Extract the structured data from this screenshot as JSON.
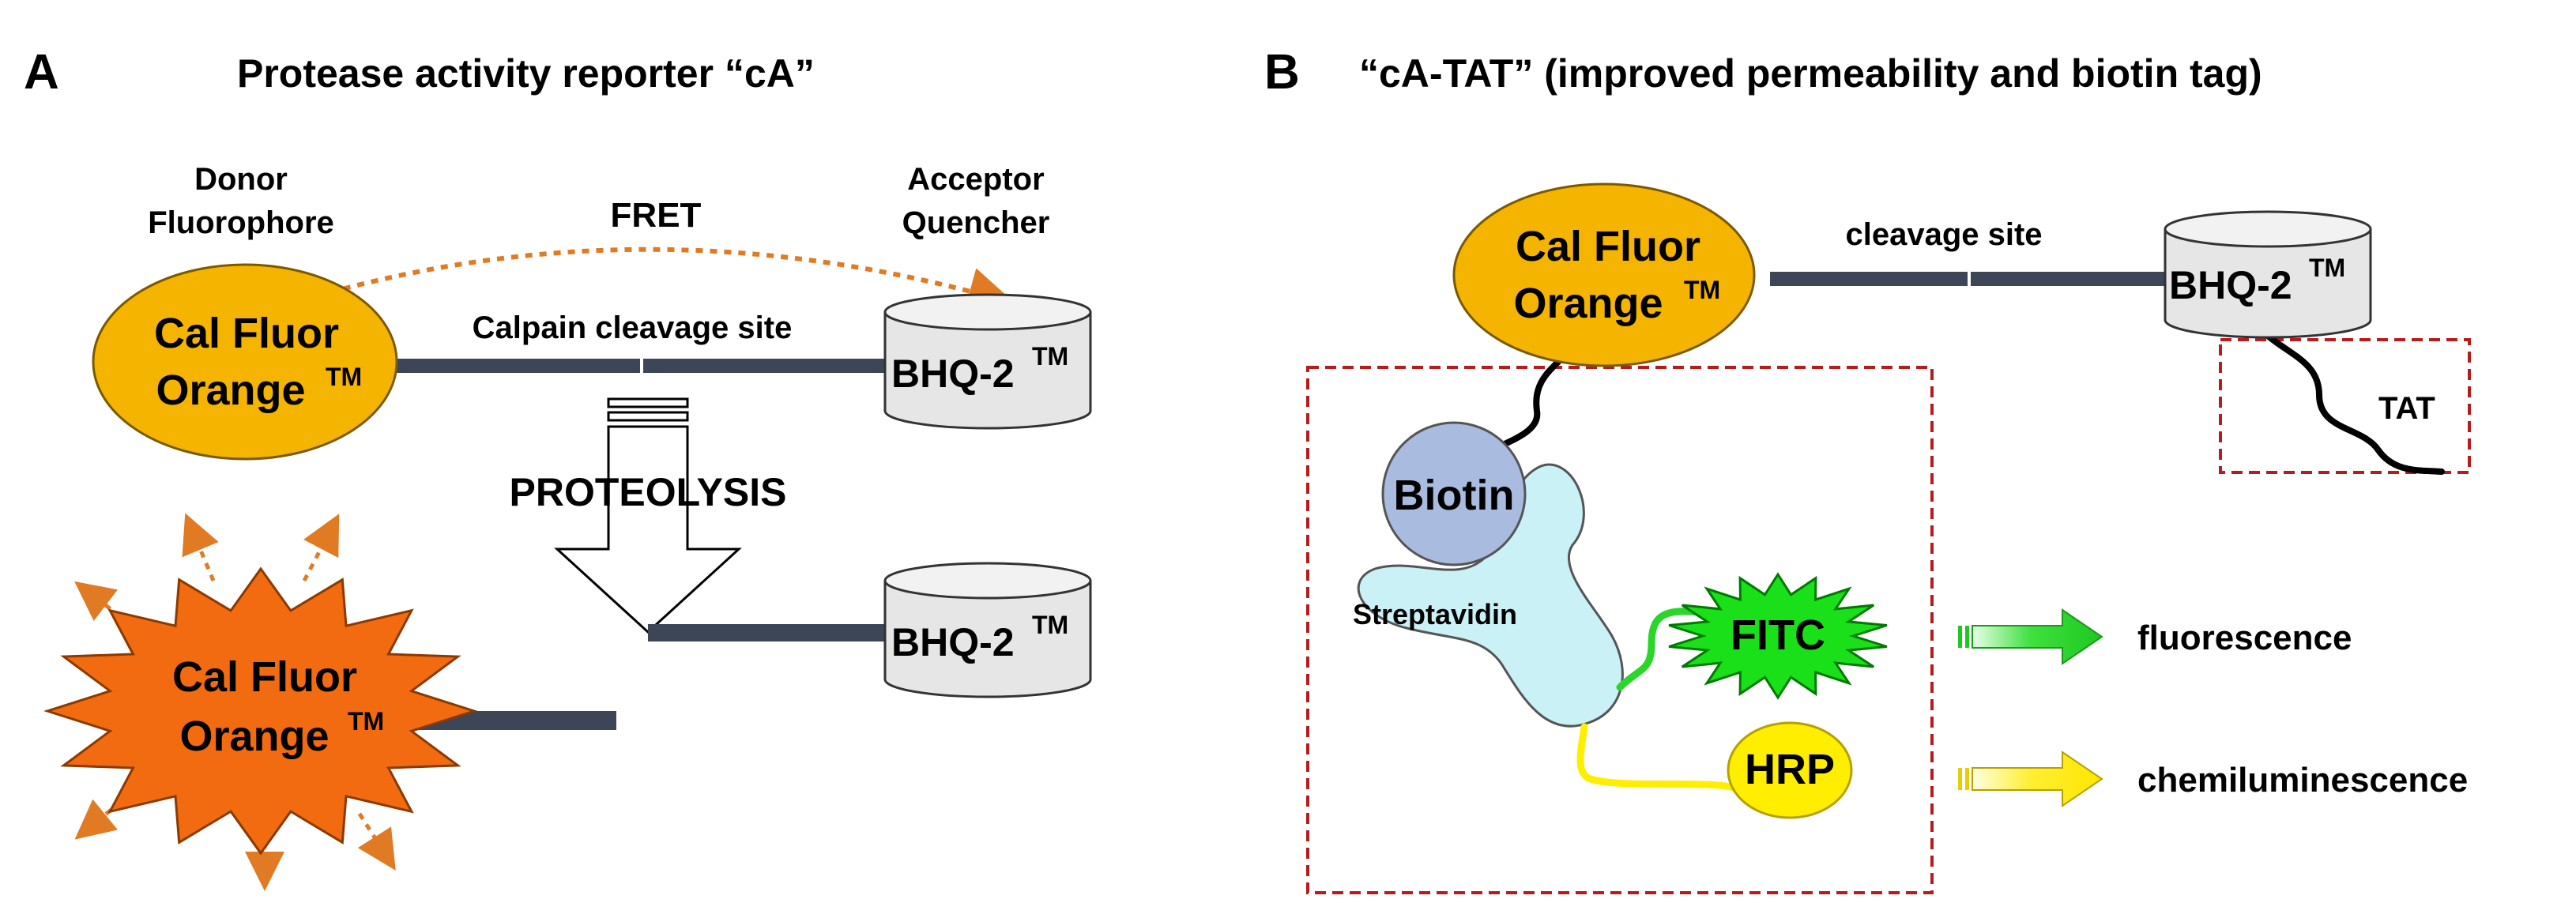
{
  "panel_a": {
    "letter": "A",
    "title": "Protease activity reporter “cA”",
    "donor_label": [
      "Donor",
      "Fluorophore"
    ],
    "acceptor_label": [
      "Acceptor",
      "Quencher"
    ],
    "fret_label": "FRET",
    "cleavage_label": "Calpain cleavage site",
    "fluorophore": [
      "Cal Fluor",
      "Orange"
    ],
    "quencher": "BHQ-2",
    "proteolysis_label": "PROTEOLYSIS",
    "fragment_quencher": "BHQ-2",
    "released_fluorophore": [
      "Cal Fluor",
      "Orange"
    ]
  },
  "panel_b": {
    "letter": "B",
    "title": "“cA-TAT” (improved permeability and biotin tag)",
    "fluorophore": [
      "Cal Fluor",
      "Orange"
    ],
    "cleavage_label": "cleavage site",
    "quencher": "BHQ-2",
    "tat_label": "TAT",
    "biotin_label": "Biotin",
    "streptavidin_label": "Streptavidin",
    "fitc_label": "FITC",
    "hrp_label": "HRP",
    "fluorescence_label": "fluorescence",
    "chemiluminescence_label": "chemiluminescence"
  },
  "trademark": "TM",
  "colors": {
    "fluorophore_yellow": "#f4b400",
    "fluorophore_orange": "#f26b10",
    "fret_arrow": "#e07b24",
    "linker": "#3c4656",
    "cylinder_fill": "#e6e6e6",
    "box_dash": "#b71c1c",
    "biotin": "#a9bbdf",
    "streptavidin": "#c9f1f6",
    "fitc_green": "#19e019",
    "hrp_yellow": "#ffee00"
  }
}
